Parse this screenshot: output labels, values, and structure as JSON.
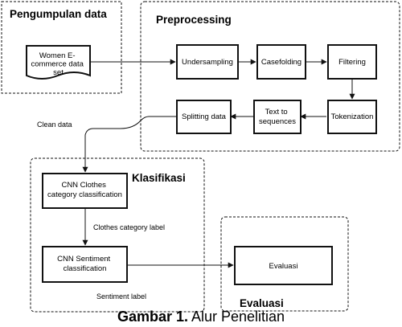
{
  "groups": {
    "pengumpulan": "Pengumpulan data",
    "preprocessing": "Preprocessing",
    "klasifikasi": "Klasifikasi",
    "evaluasi": "Evaluasi"
  },
  "nodes": {
    "dataset": [
      "Women E-",
      "commerce data",
      "set"
    ],
    "undersampling": [
      "Undersampling"
    ],
    "casefolding": [
      "Casefolding"
    ],
    "filtering": [
      "Filtering"
    ],
    "tokenization": [
      "Tokenization"
    ],
    "text_to_sequences": [
      "Text to",
      "sequences"
    ],
    "splitting": [
      "Splitting data"
    ],
    "cnn_category": [
      "CNN Clothes",
      "category classification"
    ],
    "cnn_sentiment": [
      "CNN Sentiment",
      "classification"
    ],
    "evaluasi": [
      "Evaluasi"
    ]
  },
  "edge_labels": {
    "clean_data": "Clean  data",
    "clothes_category_label": "Clothes category label",
    "sentiment_label": "Sentiment label"
  },
  "caption": {
    "label": "Gambar 1.",
    "text": " Alur Penelitian"
  }
}
